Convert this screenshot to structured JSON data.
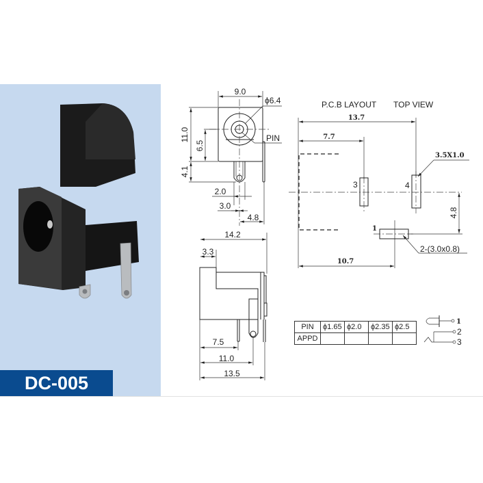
{
  "product": {
    "model": "DC-005",
    "label_bg": "#0a4b8f",
    "panel_bg": "#c6d9ef"
  },
  "front_view": {
    "width": "9.0",
    "diameter": "ϕ6.4",
    "pin_label": "PIN",
    "height": "11.0",
    "center_height": "6.5",
    "pin_length": "4.1",
    "pin_width": "2.0",
    "pin_offset": "3.0",
    "side_pin_offset": "4.8"
  },
  "side_view": {
    "overall_length": "14.2",
    "front_step": "3.3",
    "pin_a": "7.5",
    "pin_b": "11.0",
    "pin_c": "13.5"
  },
  "pcb_layout": {
    "title": "P.C.B LAYOUT",
    "subtitle": "TOP VIEW",
    "dim_total": "13.7",
    "dim_pad3": "7.7",
    "dim_pad1": "10.7",
    "dim_vertical": "4.8",
    "pad_size_large": "3.5X1.0",
    "pad_size_small": "2-(3.0x0.8)",
    "pad_labels": [
      "1",
      "3",
      "4"
    ]
  },
  "pin_table": {
    "header": "PIN",
    "row_label": "APPD",
    "columns": [
      "ϕ1.65",
      "ϕ2.0",
      "ϕ2.35",
      "ϕ2.5"
    ],
    "values": [
      "",
      "",
      "",
      ""
    ]
  },
  "schematic": {
    "terminals": [
      "1",
      "2",
      "3"
    ]
  }
}
